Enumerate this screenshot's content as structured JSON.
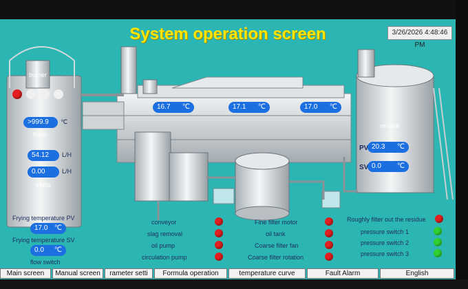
{
  "title": "System operation screen",
  "datetime": "3/26/2026 4:48:46 PM",
  "burner": {
    "label": "burner",
    "temp_value": ">999.9",
    "temp_unit": "℃",
    "temp_label": "temp",
    "flow_value": "54.12",
    "flow_unit": "L/H",
    "traffic_value": "0.00",
    "traffic_unit": "L/H",
    "traffic_label": "traffic"
  },
  "fryer_temps": [
    {
      "value": "16.7",
      "unit": "℃"
    },
    {
      "value": "17.1",
      "unit": "℃"
    },
    {
      "value": "17.0",
      "unit": "℃"
    }
  ],
  "oil_tank": {
    "label": "oil tank",
    "pv_label": "PV",
    "pv_value": "20.3",
    "pv_unit": "℃",
    "sv_label": "SV",
    "sv_value": "0.0",
    "sv_unit": "℃"
  },
  "frying": {
    "pv_label": "Frying temperature PV",
    "pv_value": "17.0",
    "pv_unit": "℃",
    "sv_label": "Frying temperature SV",
    "sv_value": "0.0",
    "sv_unit": "℃",
    "flow_switch_label": "flow switch"
  },
  "status_col1": [
    "conveyor",
    "slag removal",
    "oil pump",
    "circulation pump"
  ],
  "status_col2": [
    "Fine filter motor",
    "oil tank",
    "Coarse filter fan",
    "Coarse filter rotation"
  ],
  "status_col3": [
    "Roughly filter out the residue",
    "pressure switch 1",
    "pressure switch 2",
    "pressure switch 3"
  ],
  "status_col3_states": [
    "red",
    "green",
    "green",
    "green"
  ],
  "colors": {
    "screen_bg": "#2bb6b4",
    "title": "#ffe600",
    "pill": "#1c6fe0",
    "alarm": "#e31e1e",
    "ok": "#2fd02f"
  },
  "nav": [
    "Main screen",
    "Manual screen",
    "rameter setti",
    "Formula operation",
    "temperature curve",
    "Fault Alarm",
    "English"
  ]
}
